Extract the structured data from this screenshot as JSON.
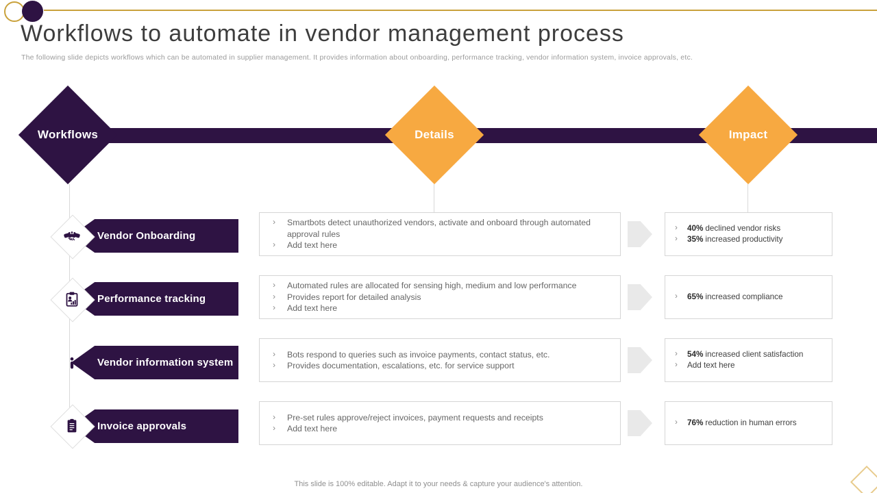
{
  "slide": {
    "title": "Workflows to automate in vendor management process",
    "subtitle": "The following slide depicts workflows which can be automated in supplier management. It provides information about onboarding, performance tracking, vendor information system, invoice approvals, etc.",
    "footer": "This slide is 100% editable. Adapt it to your needs & capture your audience's attention."
  },
  "timeline": {
    "headers": [
      {
        "label": "Workflows"
      },
      {
        "label": "Details"
      },
      {
        "label": "Impact"
      }
    ]
  },
  "rows": [
    {
      "label": "Vendor Onboarding",
      "icon": "handshake-icon",
      "details": [
        "Smartbots detect unauthorized vendors, activate and onboard through automated approval rules",
        "Add text here"
      ],
      "impact": [
        {
          "stat": "40%",
          "text": "declined vendor risks"
        },
        {
          "stat": "35%",
          "text": "increased productivity"
        }
      ]
    },
    {
      "label": "Performance tracking",
      "icon": "performance-clipboard-icon",
      "details": [
        "Automated rules are allocated for sensing high, medium and low performance",
        "Provides report for detailed analysis",
        "Add text here"
      ],
      "impact": [
        {
          "stat": "65%",
          "text": "increased compliance"
        }
      ]
    },
    {
      "label": "Vendor information system",
      "icon": "info-icon",
      "details": [
        "Bots respond to queries such as invoice payments, contact status, etc.",
        "Provides documentation, escalations, etc. for service support"
      ],
      "impact": [
        {
          "stat": "54%",
          "text": "increased client satisfaction"
        },
        {
          "stat": "",
          "text": "Add text here"
        }
      ]
    },
    {
      "label": "Invoice approvals",
      "icon": "invoice-document-icon",
      "details": [
        "Pre-set rules approve/reject invoices, payment requests and receipts",
        "Add text here"
      ],
      "impact": [
        {
          "stat": "76%",
          "text": "reduction in human errors"
        }
      ]
    }
  ],
  "colors": {
    "primary_purple": "#2E1343",
    "accent_orange": "#F7A941",
    "gold_accent": "#C9A13B",
    "box_border": "#D5D5D5",
    "arrow_gray": "#E9E9E9"
  }
}
